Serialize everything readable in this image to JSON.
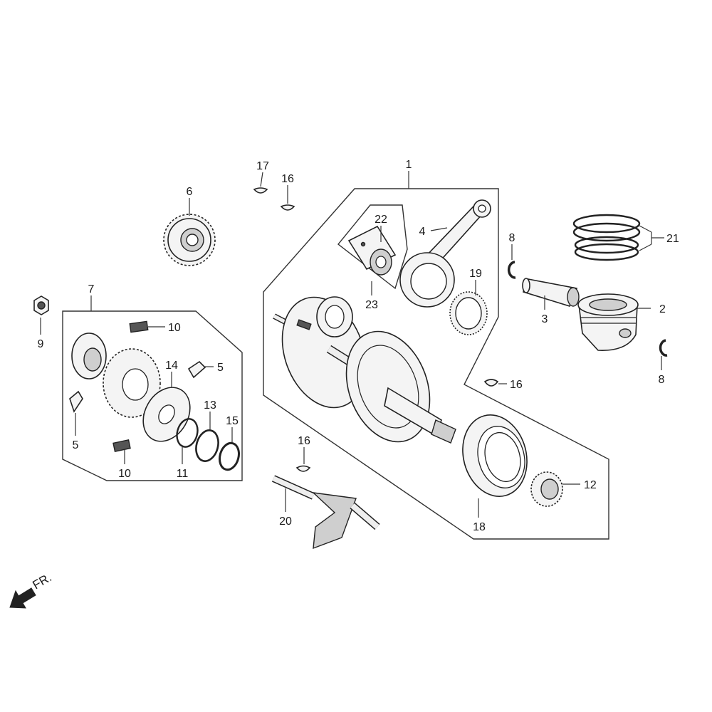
{
  "diagram": {
    "callouts": {
      "c1": "1",
      "c2": "2",
      "c3": "3",
      "c4": "4",
      "c5a": "5",
      "c5b": "5",
      "c6": "6",
      "c7": "7",
      "c8a": "8",
      "c8b": "8",
      "c9": "9",
      "c10a": "10",
      "c10b": "10",
      "c11": "11",
      "c12": "12",
      "c13": "13",
      "c14": "14",
      "c15": "15",
      "c16a": "16",
      "c16b": "16",
      "c16c": "16",
      "c17": "17",
      "c18": "18",
      "c19": "19",
      "c20": "20",
      "c21": "21",
      "c22": "22",
      "c23": "23"
    },
    "direction_label": "FR."
  }
}
